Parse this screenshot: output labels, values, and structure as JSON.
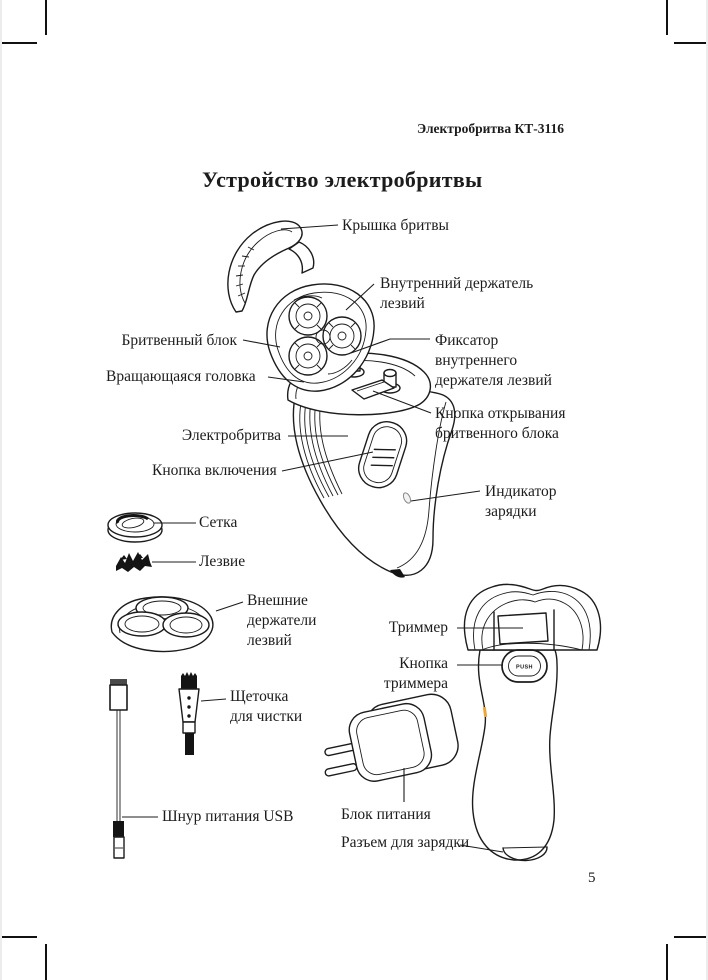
{
  "page": {
    "header": "Электробритва КТ-3116",
    "title": "Устройство электробритвы",
    "page_number": "5"
  },
  "colors": {
    "ink": "#1c1c1c",
    "highlight_tick": "#eda63a"
  },
  "labels": {
    "cap": "Крышка бритвы",
    "inner_holder": [
      "Внутренний держатель",
      "лезвий"
    ],
    "shaving_block": "Бритвенный блок",
    "rotating_head": "Вращающаяся головка",
    "fixator": [
      "Фиксатор",
      "внутреннего",
      "держателя лезвий"
    ],
    "open_button": [
      "Кнопка открывания",
      "бритвенного блока"
    ],
    "shaver": "Электробритва",
    "power_button": "Кнопка включения",
    "foil": "Сетка",
    "blade": "Лезвие",
    "charge_indicator": [
      "Индикатор",
      "зарядки"
    ],
    "outer_holders": [
      "Внешние",
      "держатели",
      "лезвий"
    ],
    "brush": [
      "Щеточка",
      "для чистки"
    ],
    "usb_cord": "Шнур питания USB",
    "power_adapter": "Блок питания",
    "charge_socket": "Разъем для зарядки",
    "trimmer": "Триммер",
    "trimmer_button": [
      "Кнопка",
      "триммера"
    ],
    "push_button": "PUSH"
  }
}
